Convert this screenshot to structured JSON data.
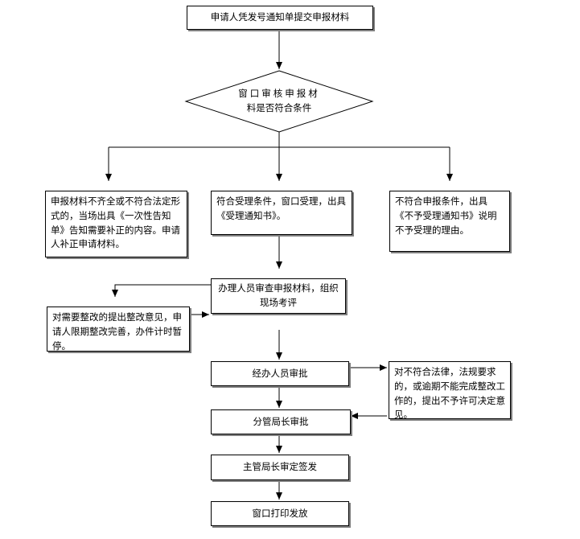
{
  "nodes": {
    "submit": "申请人凭发号通知单提交申报材料",
    "review_line1": "窗口审核申报材",
    "review_line2": "料是否符合条件",
    "incomplete": "申报材料不齐全或不符合法定形式的，当场出具《一次性告知单》告知需要补正的内容。申请人补正申请材料。",
    "accept": "符合受理条件，窗口受理，出具《受理通知书》。",
    "reject": "不符合申报条件，出具《不予受理通知书》说明不予受理的理由。",
    "examine": "办理人员审查申报材料，组织现场考评",
    "rectify": "对需要整改的提出整改意见，申请人限期整改完善，办件计时暂停。",
    "handler_approve": "经办人员审批",
    "deny": "对不符合法律，法规要求的，或逾期不能完成整改工作的，提出不予许可决定意见。",
    "deputy_approve": "分管局长审批",
    "chief_approve": "主管局长审定签发",
    "issue": "窗口打印发放"
  }
}
